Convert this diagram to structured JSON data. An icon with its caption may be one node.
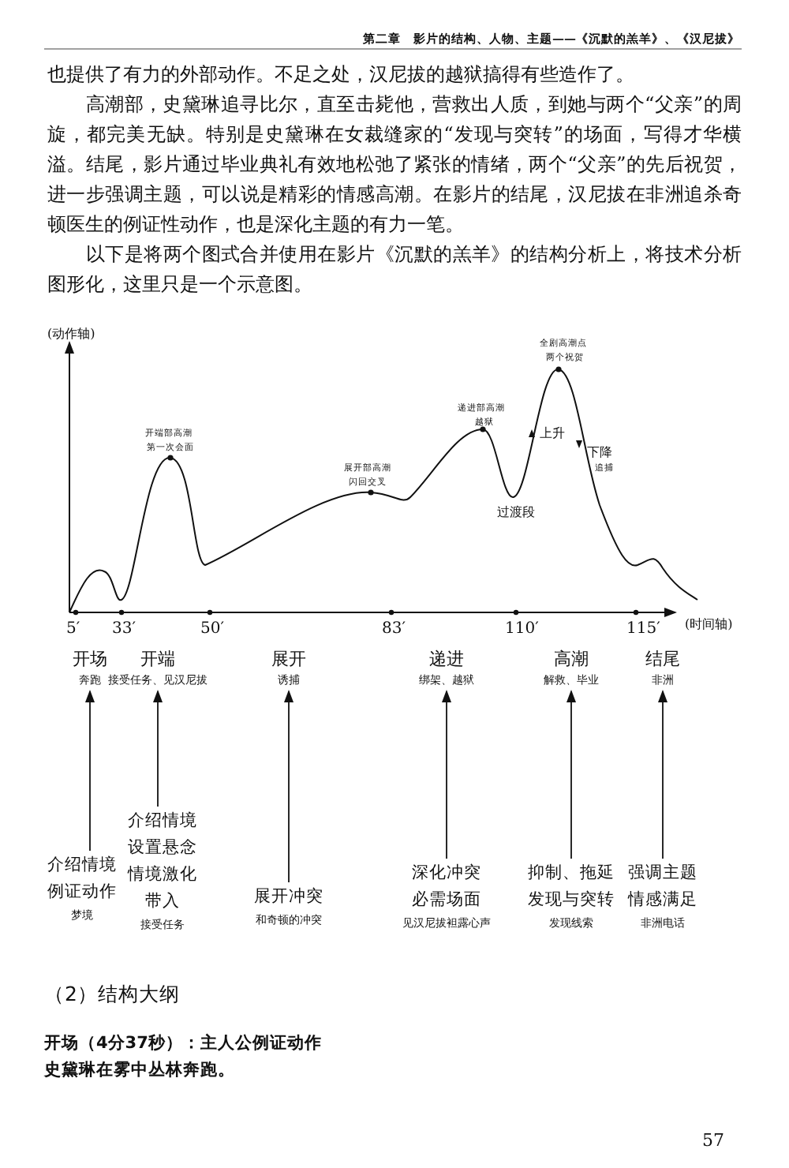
{
  "diagram": {
    "nodes": [
      {
        "text": [
          "开场",
          "奔跑"
        ]
      },
      {
        "text": [
          "开端",
          "接受任务、见汉尼拔"
        ]
      },
      {
        "text": [
          "展开",
          "诱捕"
        ]
      },
      {
        "text": [
          "递进",
          "绑架、越狱"
        ]
      },
      {
        "text": [
          "高潮",
          "解救、毕业"
        ]
      },
      {
        "text": [
          "结尾",
          "非洲"
        ]
      },
      {
        "text": [
          "介绍情境",
          "例证动作",
          "梦境"
        ]
      },
      {
        "text": [
          "介绍情境",
          "设置悬念",
          "情境激化",
          "带入",
          "接受任务"
        ]
      },
      {
        "text": [
          "展开冲突",
          "和奇顿的冲突"
        ]
      },
      {
        "text": [
          "深化冲突",
          "必需场面",
          "见汉尼拔袒露心声"
        ]
      },
      {
        "text": [
          "抑制、拖延",
          "发现与突转",
          "发现线索"
        ]
      },
      {
        "text": [
          "强调主题",
          "情感满足",
          "非洲电话"
        ]
      }
    ],
    "edges": [
      {
        "from": 6,
        "to": 0,
        "arrow": "to"
      },
      {
        "from": 7,
        "to": 1,
        "arrow": "to"
      },
      {
        "from": 8,
        "to": 2,
        "arrow": "to"
      },
      {
        "from": 9,
        "to": 3,
        "arrow": "to"
      },
      {
        "from": 10,
        "to": 4,
        "arrow": "to"
      },
      {
        "from": 11,
        "to": 5,
        "arrow": "to"
      }
    ],
    "labels": [
      "第二章　影片的结构、人物、主题——《沉默的羔羊》、《汉尼拔》",
      "也提供了有力的外部动作。不足之处，汉尼拔的越狱搞得有些造作了。",
      "高潮部，史黛琳追寻比尔，直至击毙他，营救出人质，到她与两个“父亲”的周旋，都完美无缺。特别是史黛琳在女裁缝家的“发现与突转”的场面，写得才华横溢。结尾，影片通过毕业典礼有效地松弛了紧张的情绪，两个“父亲”的先后祝贺，进一步强调主题，可以说是精彩的情感高潮。在影片的结尾，汉尼拔在非洲追杀奇顿医生的例证性动作，也是深化主题的有力一笔。",
      "以下是将两个图式合并使用在影片《沉默的羔羊》的结构分析上，将技术分析图形化，这里只是一个示意图。",
      "(动作轴)",
      "全剧高潮点",
      "两个祝贺",
      "递进部高潮",
      "越狱",
      "开端部高潮",
      "第一次会面",
      "展开部高潮",
      "闪回交叉",
      "上升",
      "下降",
      "追捕",
      "过渡段",
      "5′",
      "33′",
      "50′",
      "83′",
      "110′",
      "115′",
      "(时间轴)",
      "（2）结构大纲",
      "开场（4分37秒）：主人公例证动作",
      "史黛琳在雾中丛林奔跑。",
      "57"
    ]
  }
}
